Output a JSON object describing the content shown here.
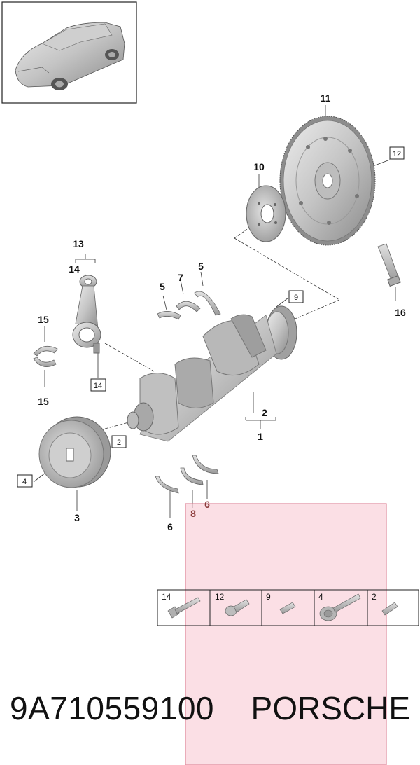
{
  "labels": {
    "l1": "1",
    "l2": "2",
    "l3": "3",
    "l5a": "5",
    "l5b": "5",
    "l6a": "6",
    "l6b": "6",
    "l7": "7",
    "l8": "8",
    "l10": "10",
    "l11": "11",
    "l13": "13",
    "l14": "14",
    "l15a": "15",
    "l15b": "15",
    "l16": "16"
  },
  "boxed_labels": {
    "b12": "12",
    "b9": "9",
    "b14": "14",
    "b2": "2",
    "b4": "4"
  },
  "bolt_table": [
    {
      "ref": "14",
      "icon": "bolt-long-icon"
    },
    {
      "ref": "12",
      "icon": "bolt-medium-icon"
    },
    {
      "ref": "9",
      "icon": "pin-icon"
    },
    {
      "ref": "4",
      "icon": "bolt-flange-icon"
    },
    {
      "ref": "2",
      "icon": "dowel-icon"
    }
  ],
  "footer": {
    "part_number": "9A710559100",
    "brand": "PORSCHE"
  },
  "colors": {
    "part_fill": "#d2d2d2",
    "part_dark": "#8f8f8f",
    "highlight": "#f8c9d3",
    "highlight_border": "#e08a9c"
  }
}
